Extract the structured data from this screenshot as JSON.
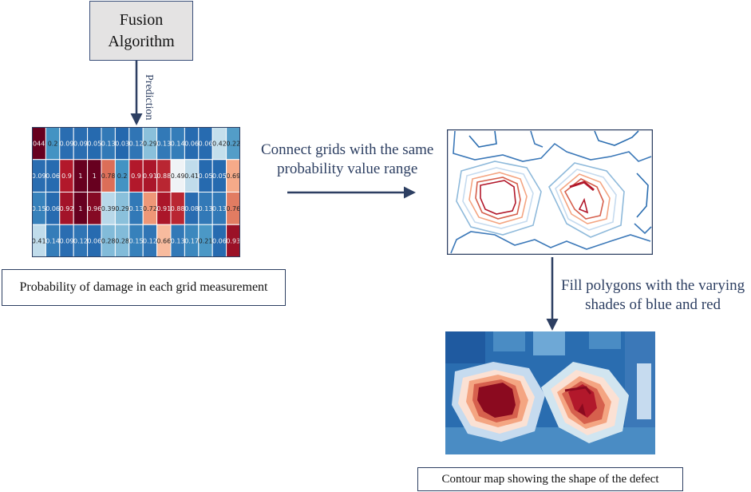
{
  "algorithm_box": {
    "line1": "Fusion",
    "line2": "Algorithm"
  },
  "prediction_label": "Prediction",
  "connect_label": {
    "line1": "Connect grids with the same",
    "line2": "probability value range"
  },
  "fill_label": {
    "line1": "Fill polygons with the varying",
    "line2": "shades of blue and red"
  },
  "grid_caption": "Probability of damage in each grid measurement",
  "contour_caption": "Contour map showing the shape of the defect",
  "grid_values": [
    [
      "044",
      "0.2",
      "0.09",
      "0.09",
      "0.05",
      "0.13",
      "0.03",
      "0.12",
      "0.29",
      "0.13",
      "0.14",
      "0.06",
      "0.06",
      "0.42",
      "0.22"
    ],
    [
      "0.09",
      "0.06",
      "0.9",
      "1",
      "1",
      "0.78",
      "0.2",
      "0.9",
      "0.91",
      "0.88",
      "0.49",
      "0.41",
      "0.05",
      "0.05",
      "0.69"
    ],
    [
      "0.15",
      "0.06",
      "0.92",
      "1",
      "0.96",
      "0.39",
      "0.29",
      "0.13",
      "0.72",
      "0.91",
      "0.88",
      "0.08",
      "0.13",
      "0.13",
      "0.76"
    ],
    [
      "0.41",
      "0.14",
      "0.09",
      "0.12",
      "0.06",
      "0.28",
      "0.28",
      "0.15",
      "0.12",
      "0.66",
      "0.13",
      "0.17",
      "0.21",
      "0.06",
      "0.93"
    ]
  ],
  "colors": {
    "arrow": "#2d3f62",
    "box_fill": "#e4e3e3",
    "cold": "#2a6db0",
    "hot": "#8b0a1f"
  }
}
